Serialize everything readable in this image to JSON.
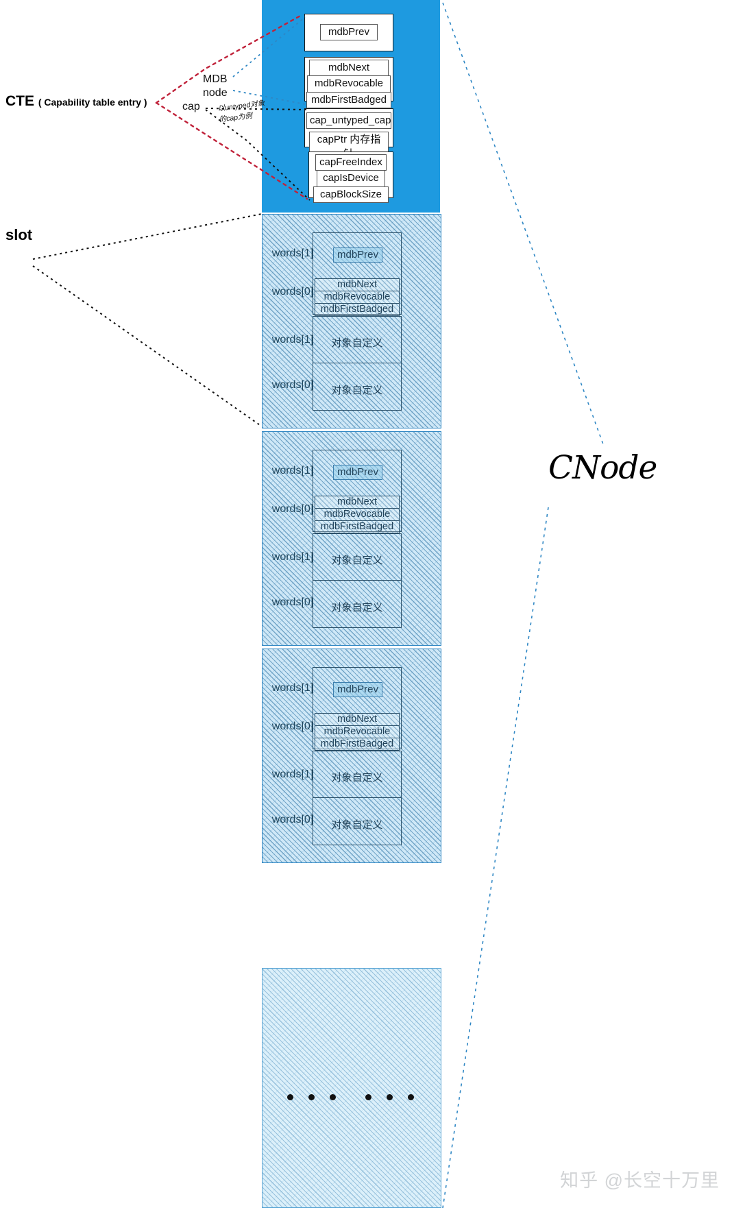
{
  "labels": {
    "cte_main": "CTE",
    "cte_sub": "( Capability table entry )",
    "slot": "slot",
    "mdb_node": "MDB\nnode",
    "mdb_node_line1": "MDB",
    "mdb_node_line2": "node",
    "cap": "cap",
    "note_line1": "以untyped对象",
    "note_line2": "的cap为例",
    "cnode": "CNode"
  },
  "cte_detail": {
    "mdb_section": {
      "prev": "mdbPrev",
      "next_group": [
        "mdbNext",
        "mdbRevocable",
        "mdbFirstBadged"
      ]
    },
    "cap_section": {
      "upper": [
        "cap_untyped_cap",
        "capPtr 内存指针"
      ],
      "lower": [
        "capFreeIndex",
        "capIsDevice",
        "capBlockSize"
      ]
    }
  },
  "slots": [
    {
      "rows": [
        {
          "word": "words[1]",
          "content": "mdbPrev",
          "kind": "pill"
        },
        {
          "word": "words[0]",
          "content": [
            "mdbNext",
            "mdbRevocable",
            "mdbFirstBadged"
          ],
          "kind": "triple"
        },
        {
          "word": "words[1]",
          "content": "对象自定义",
          "kind": "text"
        },
        {
          "word": "words[0]",
          "content": "对象自定义",
          "kind": "text"
        }
      ]
    },
    {
      "rows": [
        {
          "word": "words[1]",
          "content": "mdbPrev",
          "kind": "pill"
        },
        {
          "word": "words[0]",
          "content": [
            "mdbNext",
            "mdbRevocable",
            "mdbFirstBadged"
          ],
          "kind": "triple"
        },
        {
          "word": "words[1]",
          "content": "对象自定义",
          "kind": "text"
        },
        {
          "word": "words[0]",
          "content": "对象自定义",
          "kind": "text"
        }
      ]
    },
    {
      "rows": [
        {
          "word": "words[1]",
          "content": "mdbPrev",
          "kind": "pill"
        },
        {
          "word": "words[0]",
          "content": [
            "mdbNext",
            "mdbRevocable",
            "mdbFirstBadged"
          ],
          "kind": "triple"
        },
        {
          "word": "words[1]",
          "content": "对象自定义",
          "kind": "text"
        },
        {
          "word": "words[0]",
          "content": "对象自定义",
          "kind": "text"
        }
      ]
    }
  ],
  "ellipsis_dot_count": 6,
  "watermark": "知乎 @长空十万里",
  "colors": {
    "cte_panel_blue": "#1e9ae0",
    "slot_border_blue": "#2f87c4",
    "slot_fill_blue": "#cfe8f7",
    "tail_fill_blue": "#dcf0fa",
    "red_dash": "#c0223a",
    "blue_dash": "#2f87c4",
    "black_dash": "#111111",
    "watermark_grey": "#d2d4d6"
  }
}
